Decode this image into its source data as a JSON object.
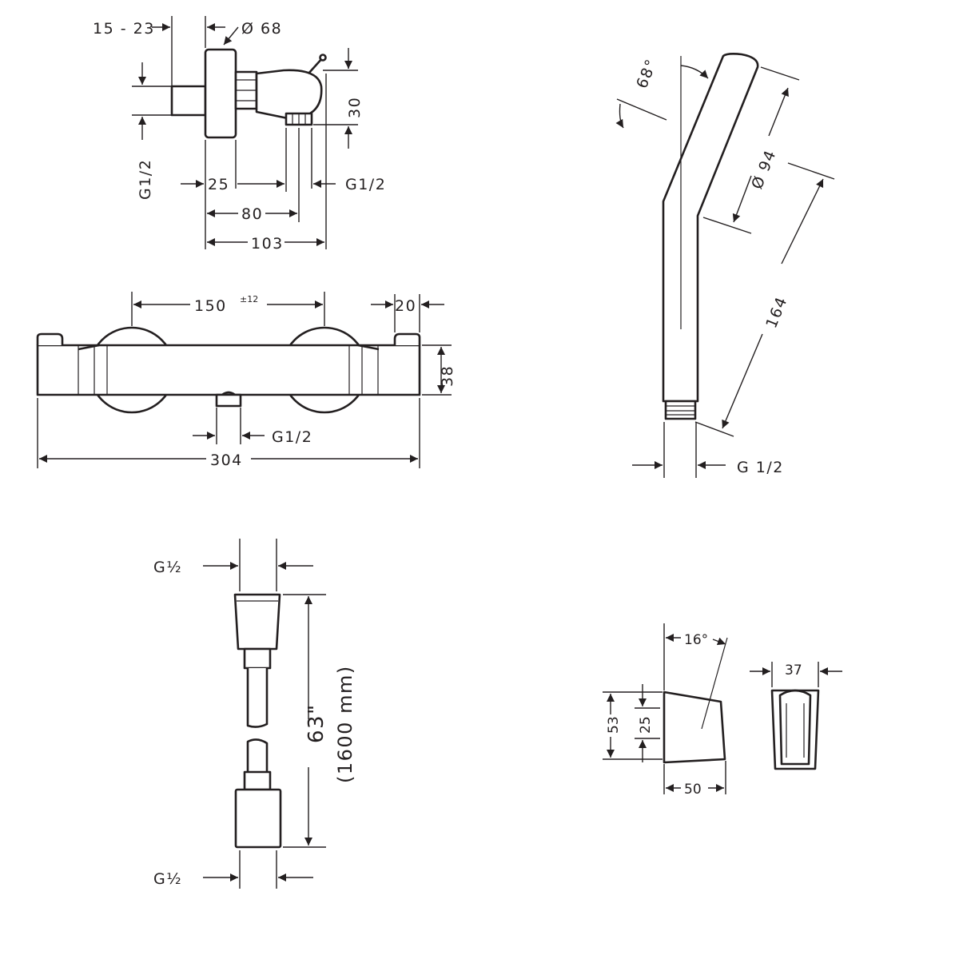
{
  "colors": {
    "ink": "#231f20",
    "paper": "#ffffff"
  },
  "mixer_side": {
    "adjust": "15 - 23",
    "diameter": "Ø 68",
    "height": "30",
    "inlet_left": "G1/2",
    "dim_25": "25",
    "outlet_right": "G1/2",
    "dim_80": "80",
    "dim_103": "103"
  },
  "mixer_front": {
    "centers": "150",
    "tolerance": "±12",
    "dim_20": "20",
    "height": "38",
    "outlet": "G1/2",
    "length": "304"
  },
  "hand_shower": {
    "angle": "68°",
    "diameter": "Ø 94",
    "length": "164",
    "thread": "G 1/2"
  },
  "hose": {
    "top_thread": "G½",
    "length_in": "63\"",
    "length_mm": "(1600 mm)",
    "bottom_thread": "G½"
  },
  "holder": {
    "angle": "16°",
    "height": "53",
    "dim_25": "25",
    "depth": "50",
    "width": "37"
  }
}
